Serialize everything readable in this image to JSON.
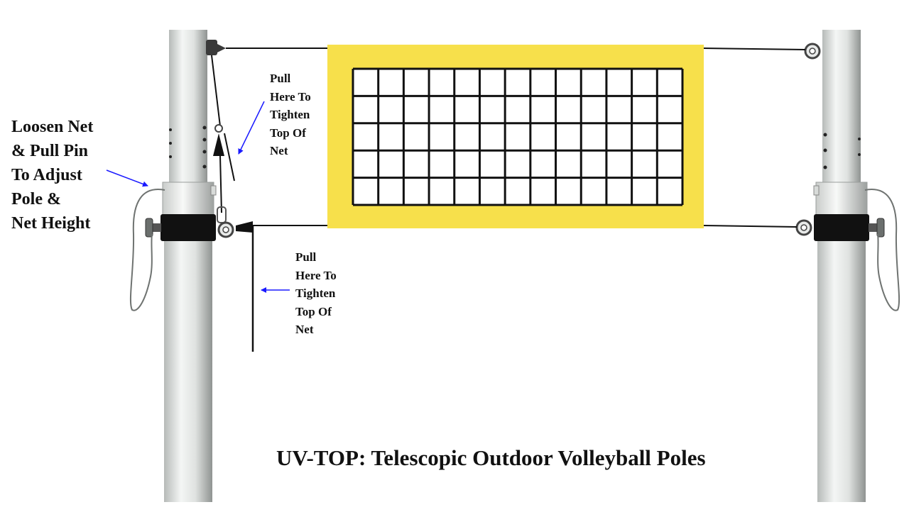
{
  "labels": {
    "left_instruction": "Loosen Net\n& Pull Pin\nTo Adjust\nPole &\nNet Height",
    "top_pull": "Pull\nHere To\nTighten\nTop Of\nNet",
    "bottom_pull": "Pull\nHere To\nTighten\nTop Of\nNet"
  },
  "caption": "UV-TOP: Telescopic Outdoor Volleyball Poles",
  "colors": {
    "net_band": "#f7e04b",
    "net_mesh": "#111111",
    "pole_light": "#e9ecea",
    "pole_dark": "#a7aba9",
    "collar": "#111111",
    "arrow": "#1a1aff"
  },
  "icons": [
    "pulley-ring-icon",
    "pin-knob-icon",
    "cord-tensioner-icon",
    "direction-arrow-icon"
  ]
}
